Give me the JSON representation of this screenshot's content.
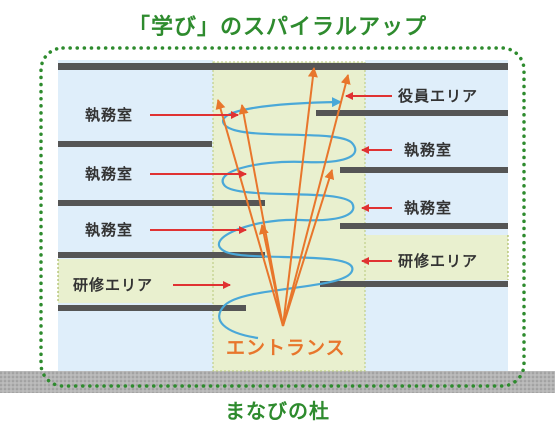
{
  "title": "「学び」のスパイラルアップ",
  "caption": "まなびの杜",
  "left_labels": [
    "執務室",
    "執務室",
    "執務室",
    "研修エリア"
  ],
  "right_labels": [
    "役員エリア",
    "執務室",
    "執務室",
    "研修エリア"
  ],
  "center_label": "エントランス",
  "colors": {
    "title_green": "#2e8b2e",
    "frame_green": "#2e8b2e",
    "building_blue": "#dfeefa",
    "atrium_green": "#e9f0cf",
    "floor_slab": "#555555",
    "arrow_red": "#e03232",
    "arrow_orange": "#e8762c",
    "spiral_blue": "#4aa8d8",
    "ground_gray": "#a9a9a9"
  }
}
